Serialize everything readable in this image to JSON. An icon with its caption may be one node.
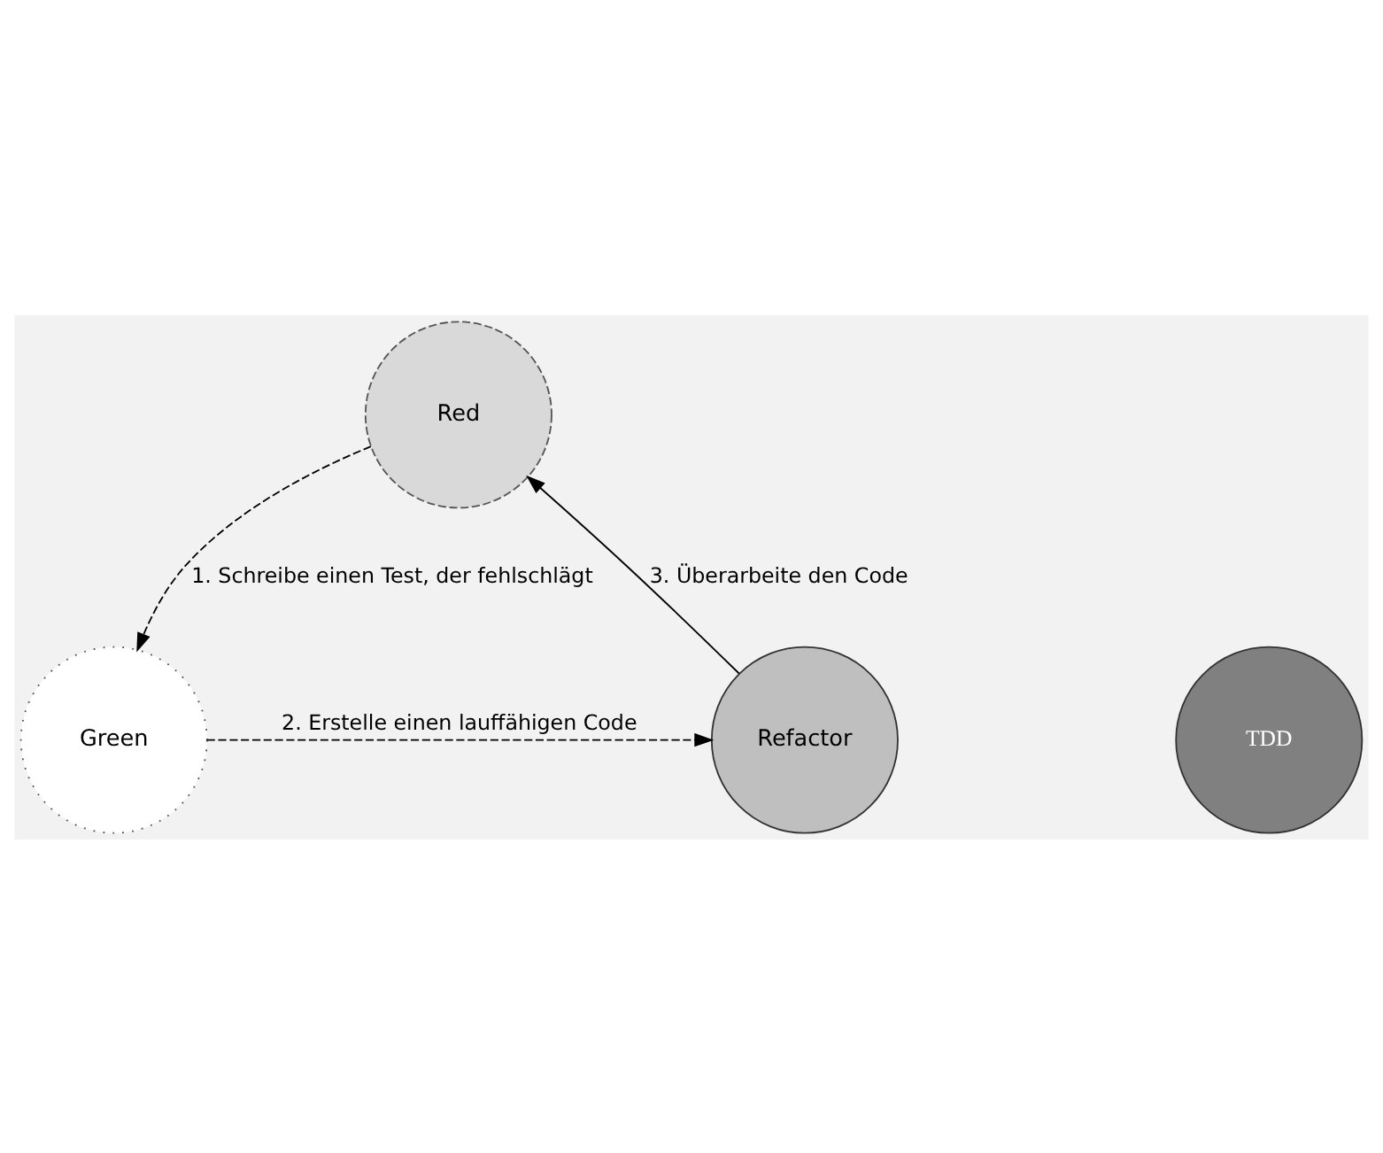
{
  "diagram": {
    "nodes": [
      {
        "text": [
          "Red"
        ]
      },
      {
        "text": [
          "TDD"
        ]
      },
      {
        "text": [
          "Refactor"
        ]
      },
      {
        "text": [
          "Green"
        ]
      }
    ],
    "edges": [
      {
        "from": 0,
        "to": 3,
        "arrow": "to",
        "label": "1. Schreibe einen Test, der fehlschlägt",
        "style": "dashed"
      },
      {
        "from": 3,
        "to": 2,
        "arrow": "to",
        "label": "2. Erstelle einen lauffähigen Code",
        "style": "dashed"
      },
      {
        "from": 2,
        "to": 0,
        "arrow": "to",
        "label": "3. Überarbeite den Code"
      }
    ]
  }
}
